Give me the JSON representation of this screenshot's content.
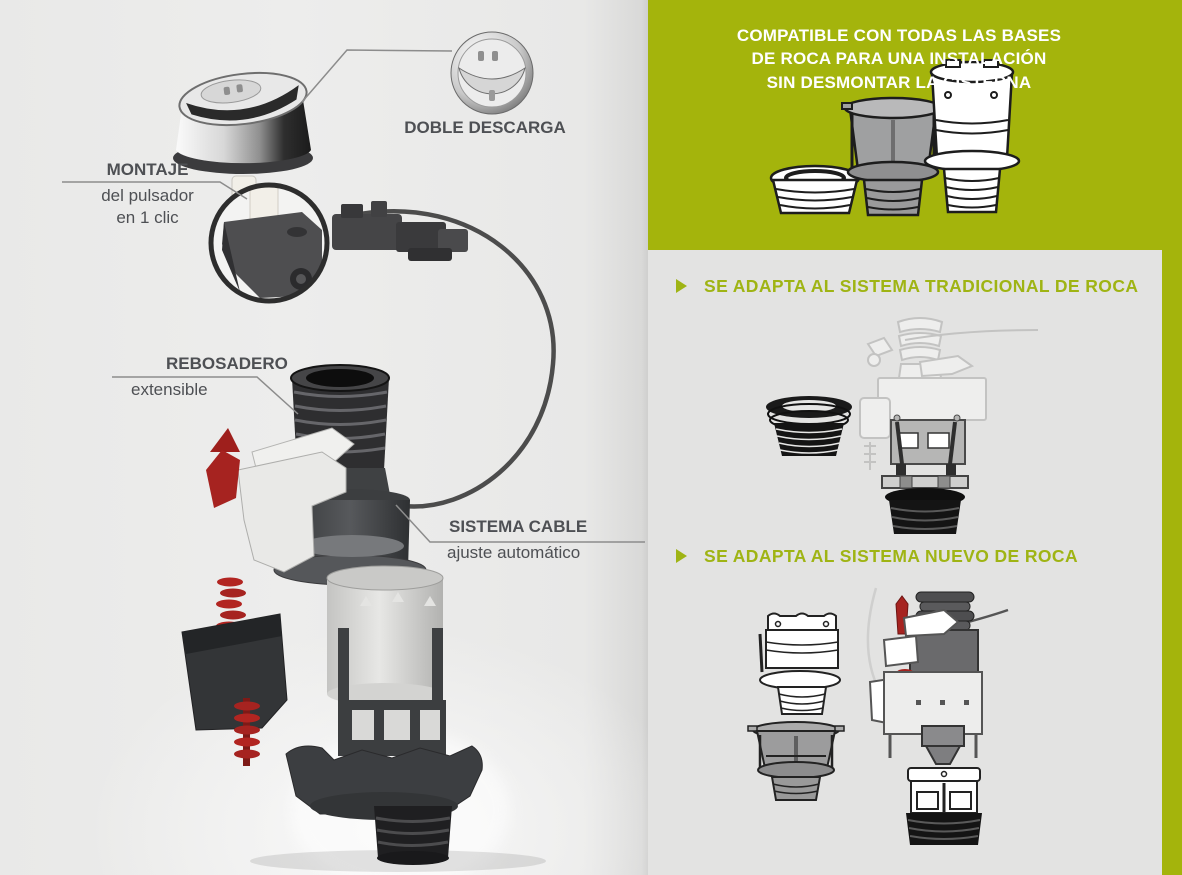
{
  "palette": {
    "green": "#a4b40c",
    "heading_green": "#9fb414",
    "text_dark": "#4e5054",
    "background_left": "#ebebea",
    "background_right": "#e3e3e2",
    "accent_red": "#a62320"
  },
  "product_diagram": {
    "labels": {
      "doble_descarga": "DOBLE DESCARGA",
      "montaje": "MONTAJE",
      "montaje_line1": "del pulsador",
      "montaje_line2": "en 1 clic",
      "rebosadero": "REBOSADERO",
      "rebosadero_sub": "extensible",
      "sistema_cable": "SISTEMA CABLE",
      "sistema_cable_sub": "ajuste automático"
    }
  },
  "compatibility_panel": {
    "header_lines": [
      "COMPATIBLE CON TODAS LAS BASES",
      "DE ROCA PARA UNA INSTALACIÓN",
      "SIN DESMONTAR LA CISTERNA"
    ],
    "sections": [
      {
        "title": "SE ADAPTA AL SISTEMA TRADICIONAL DE ROCA"
      },
      {
        "title": "SE ADAPTA AL SISTEMA NUEVO DE ROCA"
      }
    ]
  }
}
